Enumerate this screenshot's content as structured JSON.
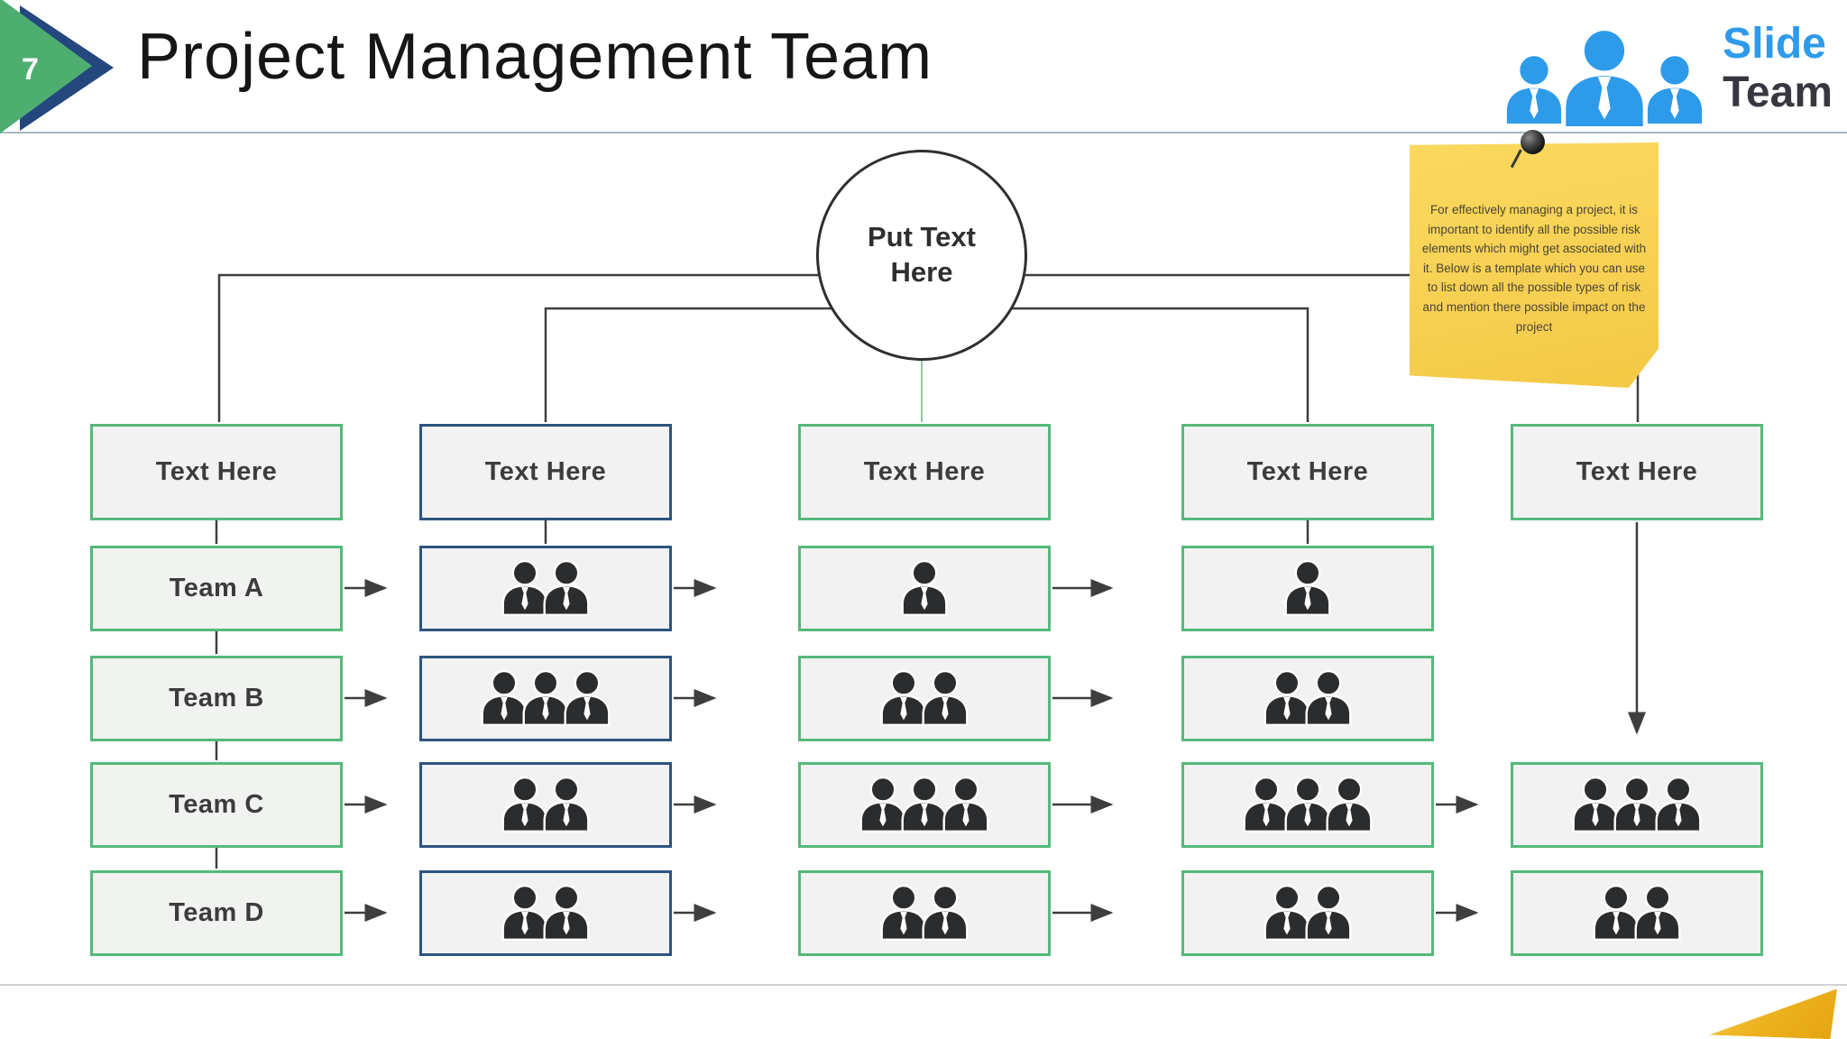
{
  "slide": {
    "page_number": "7",
    "title": "Project Management Team"
  },
  "logo": {
    "word1": "Slide",
    "word2": "Team"
  },
  "sticky_note": {
    "text": "For effectively managing a project, it is important to identify all the possible risk elements  which might get associated with it. Below is a template which you can use to list down all the possible types of risk and mention there possible impact on the project"
  },
  "org_chart": {
    "root_label": "Put Text Here",
    "columns": [
      {
        "header": "Text Here",
        "accent_color": "#55B97B",
        "rows": [
          {
            "label": "Team A"
          },
          {
            "label": "Team B"
          },
          {
            "label": "Team C"
          },
          {
            "label": "Team D"
          }
        ]
      },
      {
        "header": "Text Here",
        "accent_color": "#2E5480",
        "rows": [
          {
            "people": 2
          },
          {
            "people": 3
          },
          {
            "people": 2
          },
          {
            "people": 2
          }
        ]
      },
      {
        "header": "Text Here",
        "accent_color": "#55B97B",
        "rows": [
          {
            "people": 1
          },
          {
            "people": 2
          },
          {
            "people": 3
          },
          {
            "people": 2
          }
        ]
      },
      {
        "header": "Text Here",
        "accent_color": "#55B97B",
        "rows": [
          {
            "people": 1
          },
          {
            "people": 2
          },
          {
            "people": 3
          },
          {
            "people": 2
          }
        ]
      },
      {
        "header": "Text Here",
        "accent_color": "#55B97B",
        "rows": [
          null,
          null,
          {
            "people": 3
          },
          {
            "people": 2
          }
        ]
      }
    ]
  },
  "colors": {
    "accent_green": "#55B97B",
    "accent_navy": "#2E5480",
    "connector_dark": "#3E3E3E",
    "connector_green": "#8FCA9C",
    "box_fill": "#F1F2F1",
    "note_yellow": "#F7D052",
    "note_fold": "#ECB01C",
    "logo_blue": "#2E9BEA",
    "logo_dark": "#37373F",
    "page_arrow_green": "#4DAE70",
    "page_arrow_navy": "#24477E",
    "header_rule": "#A5BBC1"
  }
}
